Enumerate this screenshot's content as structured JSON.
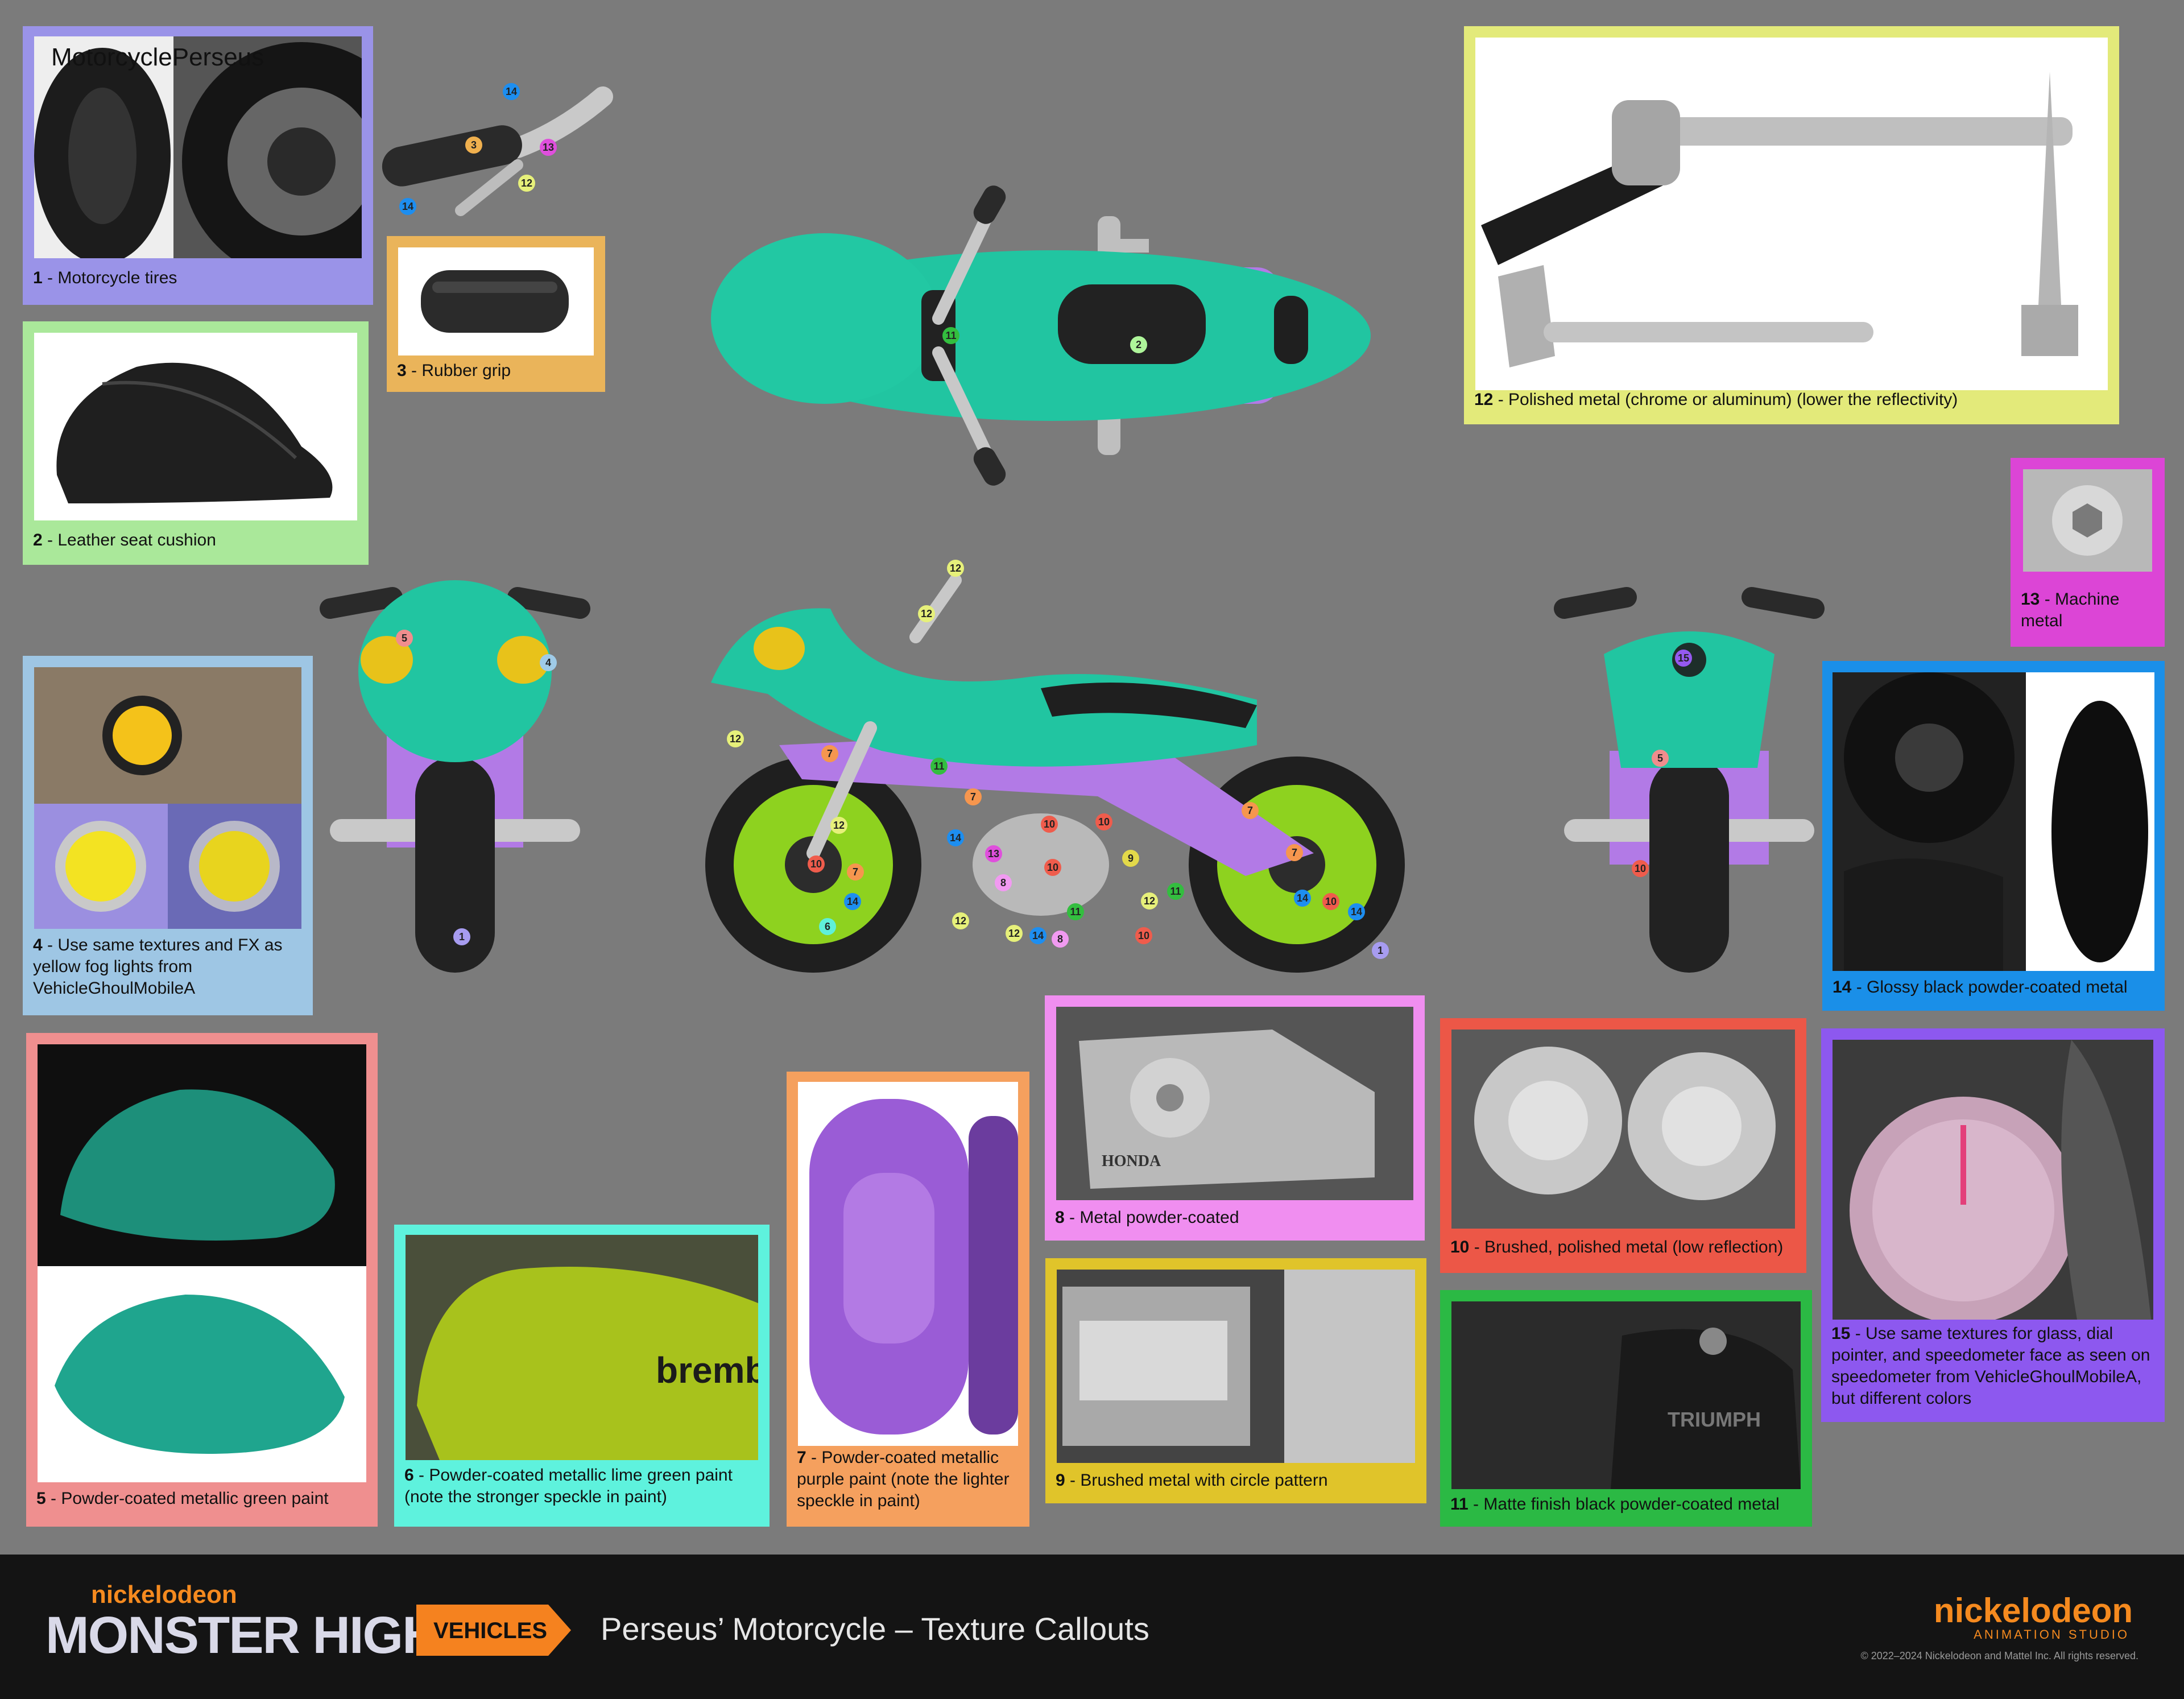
{
  "header": {
    "file_label": "MotorcyclePerseus"
  },
  "callouts": [
    {
      "num": "1",
      "text": " - Motorcycle tires",
      "color": "#9a93e8"
    },
    {
      "num": "2",
      "text": " - Leather seat cushion",
      "color": "#aae89a"
    },
    {
      "num": "3",
      "text": " - Rubber grip",
      "color": "#eab45a"
    },
    {
      "num": "4",
      "text": " - Use same textures and FX as yellow fog lights from VehicleGhoulMobileA",
      "color": "#9ec6e4"
    },
    {
      "num": "5",
      "text": " - Powder-coated metallic green paint",
      "color": "#ef8f8f"
    },
    {
      "num": "6",
      "text": " - Powder-coated metallic lime green paint (note the stronger speckle in paint)",
      "color": "#5ef2dd"
    },
    {
      "num": "7",
      "text": " - Powder-coated metallic purple paint (note the lighter speckle in paint)",
      "color": "#f5a05e"
    },
    {
      "num": "8",
      "text": " - Metal powder-coated",
      "color": "#f08ef0"
    },
    {
      "num": "9",
      "text": " - Brushed metal with circle pattern",
      "color": "#e0c42a"
    },
    {
      "num": "10",
      "text": " - Brushed, polished metal (low reflection)",
      "color": "#ec5747"
    },
    {
      "num": "11",
      "text": " - Matte finish black powder-coated metal",
      "color": "#2bb944"
    },
    {
      "num": "12",
      "text": " - Polished metal (chrome or aluminum) (lower the reflectivity)",
      "color": "#e3ea7a"
    },
    {
      "num": "13",
      "text": " - Machine metal",
      "color": "#dc45d6"
    },
    {
      "num": "14",
      "text": " - Glossy black powder-coated metal",
      "color": "#1a8fe8"
    },
    {
      "num": "15",
      "text": " - Use same textures for glass, dial pointer, and speedometer face as seen on speedometer from VehicleGhoulMobileA, but different colors",
      "color": "#8d58ef"
    }
  ],
  "marker_colors": {
    "1": "#a79cf0",
    "2": "#aef59a",
    "3": "#f0b04e",
    "4": "#9fcbe8",
    "5": "#f08d8d",
    "6": "#5ff0da",
    "7": "#f6964e",
    "8": "#f19af1",
    "9": "#e3d94a",
    "10": "#ef5c4c",
    "11": "#33be3f",
    "12": "#e6f07a",
    "13": "#df4fdc",
    "14": "#1d8ef0",
    "15": "#9559f0"
  },
  "photo_labels": {
    "honda": "HONDA",
    "brembo": "brembo",
    "triumph": "TRIUMPH"
  },
  "footer": {
    "brand_small": "nickelodeon",
    "brand_title": "MONSTER HIGH",
    "trademark": "™",
    "category": "VEHICLES",
    "title": "Perseus’ Motorcycle – Texture Callouts",
    "studio_top": "nickelodeon",
    "studio_bottom": "ANIMATION STUDIO",
    "copyright": "© 2022–2024 Nickelodeon and Mattel Inc. All rights reserved."
  }
}
